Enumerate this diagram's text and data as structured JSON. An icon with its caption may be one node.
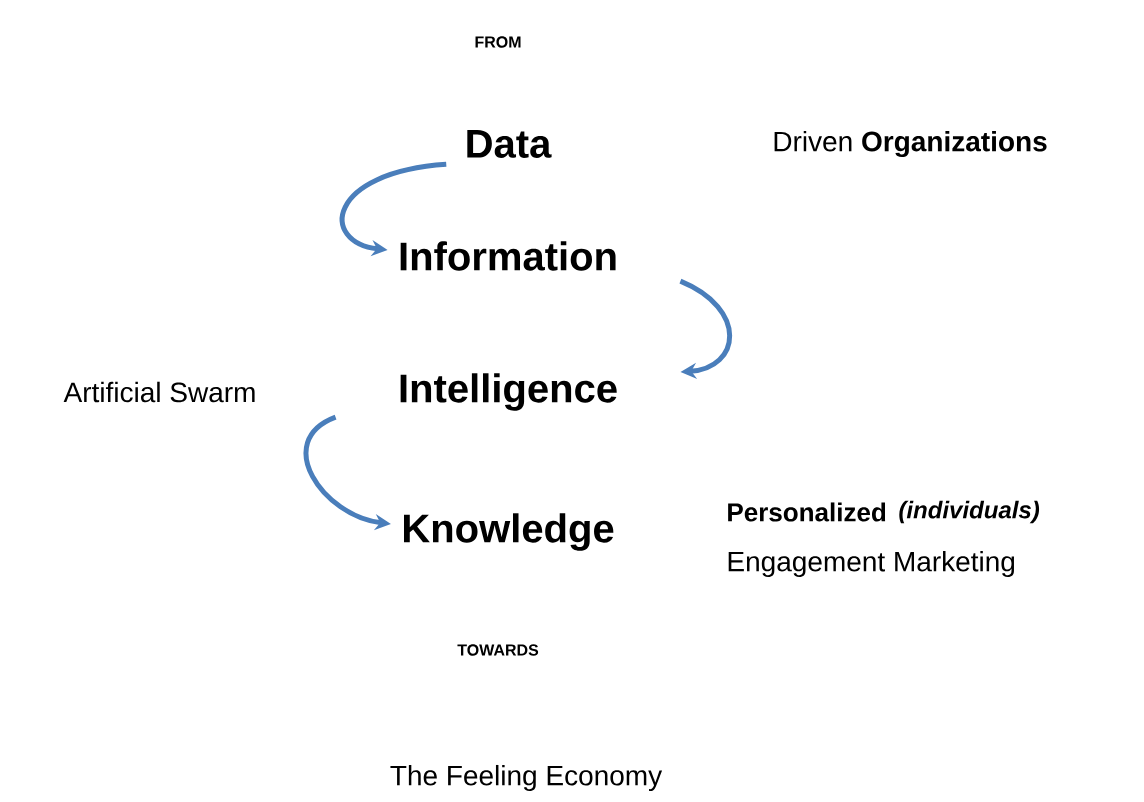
{
  "diagram": {
    "nodes": [
      {
        "text": [
          "Data"
        ]
      },
      {
        "text": [
          "Information"
        ]
      },
      {
        "text": [
          "Intelligence"
        ]
      },
      {
        "text": [
          "Knowledge"
        ]
      }
    ],
    "edges": [
      {
        "from": 0,
        "to": 1,
        "arrow": "to"
      },
      {
        "from": 1,
        "to": 2,
        "arrow": "to"
      },
      {
        "from": 2,
        "to": 3,
        "arrow": "to"
      }
    ],
    "labels": [
      "FROM",
      "Driven **Organizations**",
      "Artificial Swarm",
      "Personalized",
      "(individuals)",
      "Engagement Marketing",
      "TOWARDS",
      "The Feeling Economy"
    ]
  }
}
